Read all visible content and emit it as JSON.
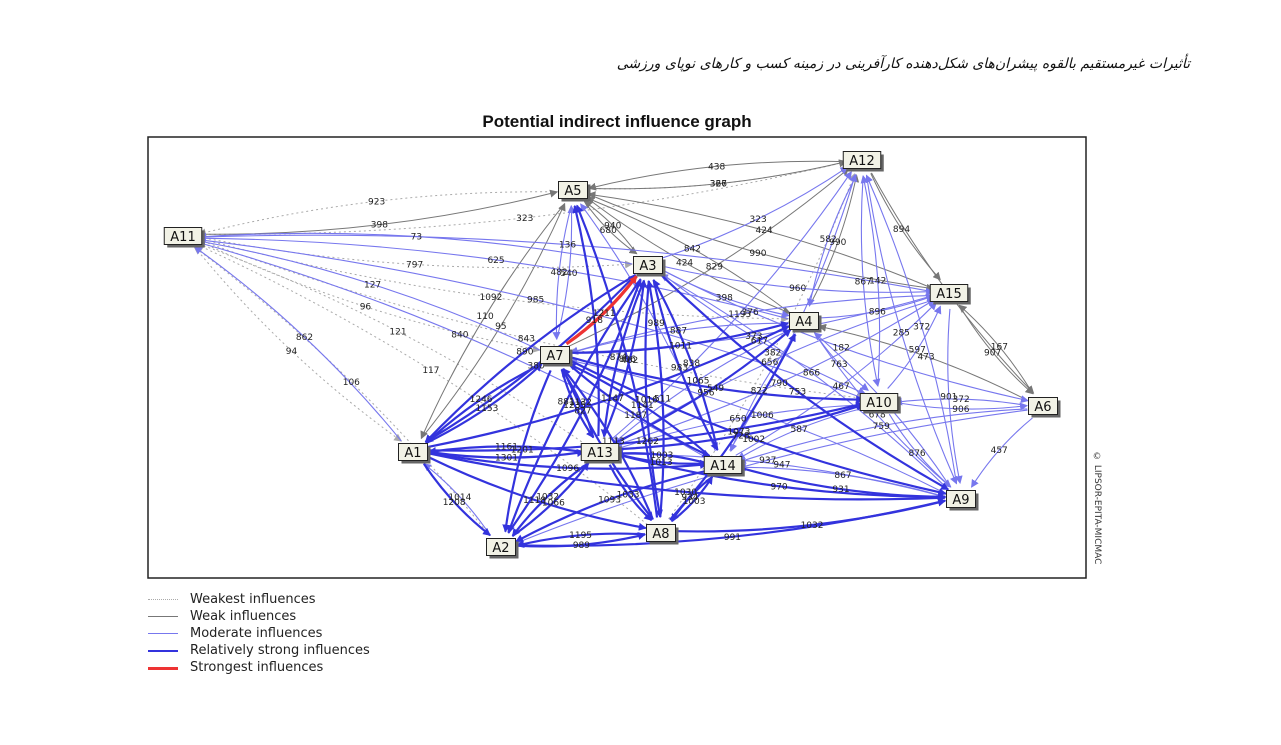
{
  "caption": "تأثیرات غیرمستقیم بالقوه پیشران‌های شکل‌دهنده کارآفرینی در زمینه کسب و کارهای نوپای ورزشی",
  "title": "Potential indirect influence graph",
  "watermark": "© LIPSOR-EPITA-MICMAC",
  "colors": {
    "weakest": "#aaaaaa",
    "weak": "#777777",
    "moderate": "#7777ee",
    "strong": "#3333dd",
    "strongest": "#ee3333"
  },
  "legend": [
    {
      "label": "Weakest influences",
      "style": "weakest"
    },
    {
      "label": "Weak influences",
      "style": "weak"
    },
    {
      "label": "Moderate influences",
      "style": "moderate"
    },
    {
      "label": "Relatively strong influences",
      "style": "strong"
    },
    {
      "label": "Strongest influences",
      "style": "strongest"
    }
  ],
  "nodes": [
    "A11",
    "A5",
    "A12",
    "A3",
    "A15",
    "A4",
    "A7",
    "A10",
    "A6",
    "A1",
    "A13",
    "A14",
    "A9",
    "A2",
    "A8"
  ],
  "edges": [
    {
      "from": "A11",
      "to": "A12",
      "strength": "weakest",
      "label": "323"
    },
    {
      "from": "A5",
      "to": "A12",
      "strength": "weakest",
      "label": "327"
    },
    {
      "from": "A11",
      "to": "A5",
      "strength": "weak",
      "label": "398"
    },
    {
      "from": "A5",
      "to": "A11",
      "strength": "weakest",
      "label": "923"
    },
    {
      "from": "A3",
      "to": "A11",
      "strength": "moderate",
      "label": "73"
    },
    {
      "from": "A4",
      "to": "A11",
      "strength": "moderate",
      "label": "625"
    },
    {
      "from": "A15",
      "to": "A11",
      "strength": "moderate",
      "label": "136"
    },
    {
      "from": "A10",
      "to": "A11",
      "strength": "moderate",
      "label": "985"
    },
    {
      "from": "A14",
      "to": "A11",
      "strength": "moderate",
      "label": "840"
    },
    {
      "from": "A7",
      "to": "A11",
      "strength": "moderate",
      "label": "127"
    },
    {
      "from": "A1",
      "to": "A11",
      "strength": "moderate",
      "label": "862"
    },
    {
      "from": "A2",
      "to": "A11",
      "strength": "weakest",
      "label": "106"
    },
    {
      "from": "A13",
      "to": "A11",
      "strength": "weakest",
      "label": "121"
    },
    {
      "from": "A8",
      "to": "A11",
      "strength": "weakest",
      "label": "117"
    },
    {
      "from": "A1",
      "to": "A5",
      "strength": "weak",
      "label": "95"
    },
    {
      "from": "A12",
      "to": "A5",
      "strength": "weak",
      "label": "438"
    },
    {
      "from": "A5",
      "to": "A12",
      "strength": "weak",
      "label": "366"
    },
    {
      "from": "A3",
      "to": "A5",
      "strength": "weak",
      "label": "940"
    },
    {
      "from": "A15",
      "to": "A5",
      "strength": "weak",
      "label": "424"
    },
    {
      "from": "A4",
      "to": "A5",
      "strength": "weak",
      "label": "842"
    },
    {
      "from": "A7",
      "to": "A5",
      "strength": "moderate",
      "label": "540"
    },
    {
      "from": "A13",
      "to": "A5",
      "strength": "strong",
      "label": "918"
    },
    {
      "from": "A8",
      "to": "A5",
      "strength": "strong",
      "label": "806"
    },
    {
      "from": "A14",
      "to": "A5",
      "strength": "moderate",
      "label": "989"
    },
    {
      "from": "A7",
      "to": "A12",
      "strength": "weak",
      "label": "829"
    },
    {
      "from": "A4",
      "to": "A12",
      "strength": "weak",
      "label": "990"
    },
    {
      "from": "A12",
      "to": "A15",
      "strength": "weak",
      "label": "894"
    },
    {
      "from": "A12",
      "to": "A6",
      "strength": "weak",
      "label": "436"
    },
    {
      "from": "A10",
      "to": "A12",
      "strength": "moderate",
      "label": "142"
    },
    {
      "from": "A14",
      "to": "A12",
      "strength": "moderate",
      "label": "658"
    },
    {
      "from": "A3",
      "to": "A12",
      "strength": "moderate",
      "label": "323"
    },
    {
      "from": "A13",
      "to": "A12",
      "strength": "moderate",
      "label": "1193"
    },
    {
      "from": "A9",
      "to": "A12",
      "strength": "moderate",
      "label": "372"
    },
    {
      "from": "A8",
      "to": "A12",
      "strength": "weakest",
      "label": "382"
    },
    {
      "from": "A7",
      "to": "A3",
      "strength": "strongest",
      "label": "1211"
    },
    {
      "from": "A1",
      "to": "A3",
      "strength": "strong",
      "label": "380"
    },
    {
      "from": "A13",
      "to": "A3",
      "strength": "strong",
      "label": "462"
    },
    {
      "from": "A8",
      "to": "A3",
      "strength": "strong",
      "label": "511"
    },
    {
      "from": "A14",
      "to": "A3",
      "strength": "strong",
      "label": "838"
    },
    {
      "from": "A2",
      "to": "A3",
      "strength": "strong",
      "label": "827"
    },
    {
      "from": "A3",
      "to": "A15",
      "strength": "moderate",
      "label": "960"
    },
    {
      "from": "A3",
      "to": "A4",
      "strength": "moderate",
      "label": "398"
    },
    {
      "from": "A3",
      "to": "A10",
      "strength": "moderate",
      "label": "617"
    },
    {
      "from": "A3",
      "to": "A9",
      "strength": "strong",
      "label": "753"
    },
    {
      "from": "A3",
      "to": "A6",
      "strength": "moderate",
      "label": "182"
    },
    {
      "from": "A4",
      "to": "A15",
      "strength": "moderate",
      "label": "896"
    },
    {
      "from": "A7",
      "to": "A15",
      "strength": "moderate",
      "label": "373"
    },
    {
      "from": "A15",
      "to": "A9",
      "strength": "moderate",
      "label": "901"
    },
    {
      "from": "A15",
      "to": "A6",
      "strength": "weak",
      "label": "907"
    },
    {
      "from": "A14",
      "to": "A15",
      "strength": "moderate",
      "label": "467"
    },
    {
      "from": "A13",
      "to": "A15",
      "strength": "moderate",
      "label": "790"
    },
    {
      "from": "A10",
      "to": "A15",
      "strength": "moderate",
      "label": "597"
    },
    {
      "from": "A7",
      "to": "A4",
      "strength": "strong",
      "label": "1011"
    },
    {
      "from": "A13",
      "to": "A4",
      "strength": "strong",
      "label": "956"
    },
    {
      "from": "A1",
      "to": "A4",
      "strength": "strong",
      "label": "1147"
    },
    {
      "from": "A8",
      "to": "A4",
      "strength": "strong",
      "label": "1073"
    },
    {
      "from": "A4",
      "to": "A10",
      "strength": "moderate",
      "label": "763"
    },
    {
      "from": "A4",
      "to": "A9",
      "strength": "moderate",
      "label": "678"
    },
    {
      "from": "A7",
      "to": "A10",
      "strength": "strong",
      "label": "549"
    },
    {
      "from": "A13",
      "to": "A10",
      "strength": "strong",
      "label": "728"
    },
    {
      "from": "A1",
      "to": "A10",
      "strength": "strong",
      "label": "1262"
    },
    {
      "from": "A10",
      "to": "A9",
      "strength": "moderate",
      "label": "876"
    },
    {
      "from": "A10",
      "to": "A6",
      "strength": "moderate",
      "label": "906"
    },
    {
      "from": "A6",
      "to": "A9",
      "strength": "moderate",
      "label": "457"
    },
    {
      "from": "A6",
      "to": "A10",
      "strength": "moderate",
      "label": "372"
    },
    {
      "from": "A6",
      "to": "A2",
      "strength": "moderate",
      "label": "937"
    },
    {
      "from": "A6",
      "to": "A14",
      "strength": "moderate",
      "label": "759"
    },
    {
      "from": "A7",
      "to": "A1",
      "strength": "strong",
      "label": "1246"
    },
    {
      "from": "A1",
      "to": "A7",
      "strength": "strong",
      "label": "1153"
    },
    {
      "from": "A7",
      "to": "A13",
      "strength": "strong",
      "label": "1235"
    },
    {
      "from": "A13",
      "to": "A7",
      "strength": "strong",
      "label": "1132"
    },
    {
      "from": "A7",
      "to": "A8",
      "strength": "strong",
      "label": "1175"
    },
    {
      "from": "A8",
      "to": "A7",
      "strength": "strong",
      "label": "1113"
    },
    {
      "from": "A7",
      "to": "A14",
      "strength": "strong",
      "label": "1187"
    },
    {
      "from": "A7",
      "to": "A9",
      "strength": "strong",
      "label": "1002"
    },
    {
      "from": "A7",
      "to": "A2",
      "strength": "strong",
      "label": "1201"
    },
    {
      "from": "A1",
      "to": "A13",
      "strength": "strong",
      "label": "1301"
    },
    {
      "from": "A13",
      "to": "A1",
      "strength": "strong",
      "label": "1161"
    },
    {
      "from": "A1",
      "to": "A14",
      "strength": "strong",
      "label": "1096"
    },
    {
      "from": "A1",
      "to": "A9",
      "strength": "strong",
      "label": "1030"
    },
    {
      "from": "A1",
      "to": "A8",
      "strength": "strong",
      "label": "1118"
    },
    {
      "from": "A1",
      "to": "A2",
      "strength": "strong",
      "label": "1208"
    },
    {
      "from": "A2",
      "to": "A1",
      "strength": "moderate",
      "label": "1014"
    },
    {
      "from": "A13",
      "to": "A14",
      "strength": "strong",
      "label": "1013"
    },
    {
      "from": "A13",
      "to": "A8",
      "strength": "strong",
      "label": "1033"
    },
    {
      "from": "A13",
      "to": "A9",
      "strength": "strong",
      "label": "970"
    },
    {
      "from": "A13",
      "to": "A2",
      "strength": "strong",
      "label": "1032"
    },
    {
      "from": "A14",
      "to": "A9",
      "strength": "strong",
      "label": "931"
    },
    {
      "from": "A14",
      "to": "A8",
      "strength": "strong",
      "label": "934"
    },
    {
      "from": "A14",
      "to": "A2",
      "strength": "strong",
      "label": "1093"
    },
    {
      "from": "A8",
      "to": "A9",
      "strength": "strong",
      "label": "1032"
    },
    {
      "from": "A8",
      "to": "A14",
      "strength": "strong",
      "label": "1003"
    },
    {
      "from": "A2",
      "to": "A8",
      "strength": "strong",
      "label": "989"
    },
    {
      "from": "A8",
      "to": "A2",
      "strength": "strong",
      "label": "1195"
    },
    {
      "from": "A2",
      "to": "A9",
      "strength": "strong",
      "label": "991"
    },
    {
      "from": "A9",
      "to": "A14",
      "strength": "moderate",
      "label": "867"
    },
    {
      "from": "A9",
      "to": "A13",
      "strength": "moderate",
      "label": "947"
    },
    {
      "from": "A9",
      "to": "A7",
      "strength": "moderate",
      "label": "1006"
    },
    {
      "from": "A10",
      "to": "A14",
      "strength": "moderate",
      "label": "587"
    },
    {
      "from": "A10",
      "to": "A13",
      "strength": "moderate",
      "label": "650"
    },
    {
      "from": "A15",
      "to": "A7",
      "strength": "moderate",
      "label": "376"
    },
    {
      "from": "A15",
      "to": "A13",
      "strength": "moderate",
      "label": "656"
    },
    {
      "from": "A4",
      "to": "A13",
      "strength": "moderate",
      "label": "1065"
    },
    {
      "from": "A4",
      "to": "A7",
      "strength": "moderate",
      "label": "887"
    },
    {
      "from": "A4",
      "to": "A14",
      "strength": "moderate",
      "label": "822"
    },
    {
      "from": "A3",
      "to": "A13",
      "strength": "strong",
      "label": "874"
    },
    {
      "from": "A3",
      "to": "A14",
      "strength": "strong",
      "label": "983"
    },
    {
      "from": "A3",
      "to": "A8",
      "strength": "strong",
      "label": "1016"
    },
    {
      "from": "A3",
      "to": "A1",
      "strength": "strong",
      "label": "890"
    },
    {
      "from": "A3",
      "to": "A2",
      "strength": "strong",
      "label": "881"
    },
    {
      "from": "A5",
      "to": "A7",
      "strength": "moderate",
      "label": "482"
    },
    {
      "from": "A5",
      "to": "A1",
      "strength": "weak",
      "label": "110"
    },
    {
      "from": "A5",
      "to": "A3",
      "strength": "weak",
      "label": "680"
    },
    {
      "from": "A5",
      "to": "A4",
      "strength": "weak",
      "label": "424"
    },
    {
      "from": "A5",
      "to": "A15",
      "strength": "weak",
      "label": "990"
    },
    {
      "from": "A12",
      "to": "A9",
      "strength": "moderate",
      "label": "285"
    },
    {
      "from": "A12",
      "to": "A10",
      "strength": "moderate",
      "label": "867"
    },
    {
      "from": "A12",
      "to": "A4",
      "strength": "moderate",
      "label": "582"
    },
    {
      "from": "A11",
      "to": "A3",
      "strength": "weakest",
      "label": "797"
    },
    {
      "from": "A11",
      "to": "A4",
      "strength": "weakest",
      "label": "1092"
    },
    {
      "from": "A11",
      "to": "A10",
      "strength": "weakest",
      "label": "843"
    },
    {
      "from": "A11",
      "to": "A1",
      "strength": "weakest",
      "label": "94"
    },
    {
      "from": "A11",
      "to": "A7",
      "strength": "weakest",
      "label": "96"
    },
    {
      "from": "A6",
      "to": "A4",
      "strength": "weak",
      "label": "473"
    },
    {
      "from": "A6",
      "to": "A15",
      "strength": "weak",
      "label": "167"
    },
    {
      "from": "A9",
      "to": "A4",
      "strength": "moderate",
      "label": "797"
    },
    {
      "from": "A9",
      "to": "A3",
      "strength": "moderate",
      "label": "866"
    },
    {
      "from": "A2",
      "to": "A13",
      "strength": "strong",
      "label": "1066"
    },
    {
      "from": "A14",
      "to": "A13",
      "strength": "strong",
      "label": "1003"
    },
    {
      "from": "A14",
      "to": "A7",
      "strength": "strong",
      "label": "1141"
    }
  ]
}
